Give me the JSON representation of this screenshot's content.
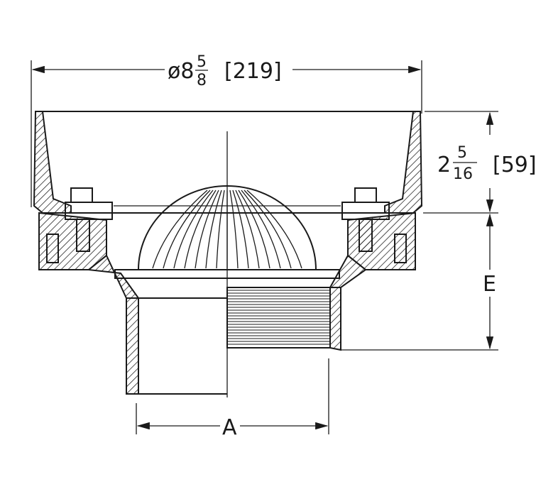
{
  "drawing": {
    "diameter_dimension": {
      "symbol": "ø",
      "whole": "8",
      "numerator": "5",
      "denominator": "8",
      "metric": "[219]"
    },
    "height_dimension": {
      "whole": "2",
      "numerator": "5",
      "denominator": "16",
      "metric": "[59]"
    },
    "label_e": "E",
    "label_a": "A"
  }
}
